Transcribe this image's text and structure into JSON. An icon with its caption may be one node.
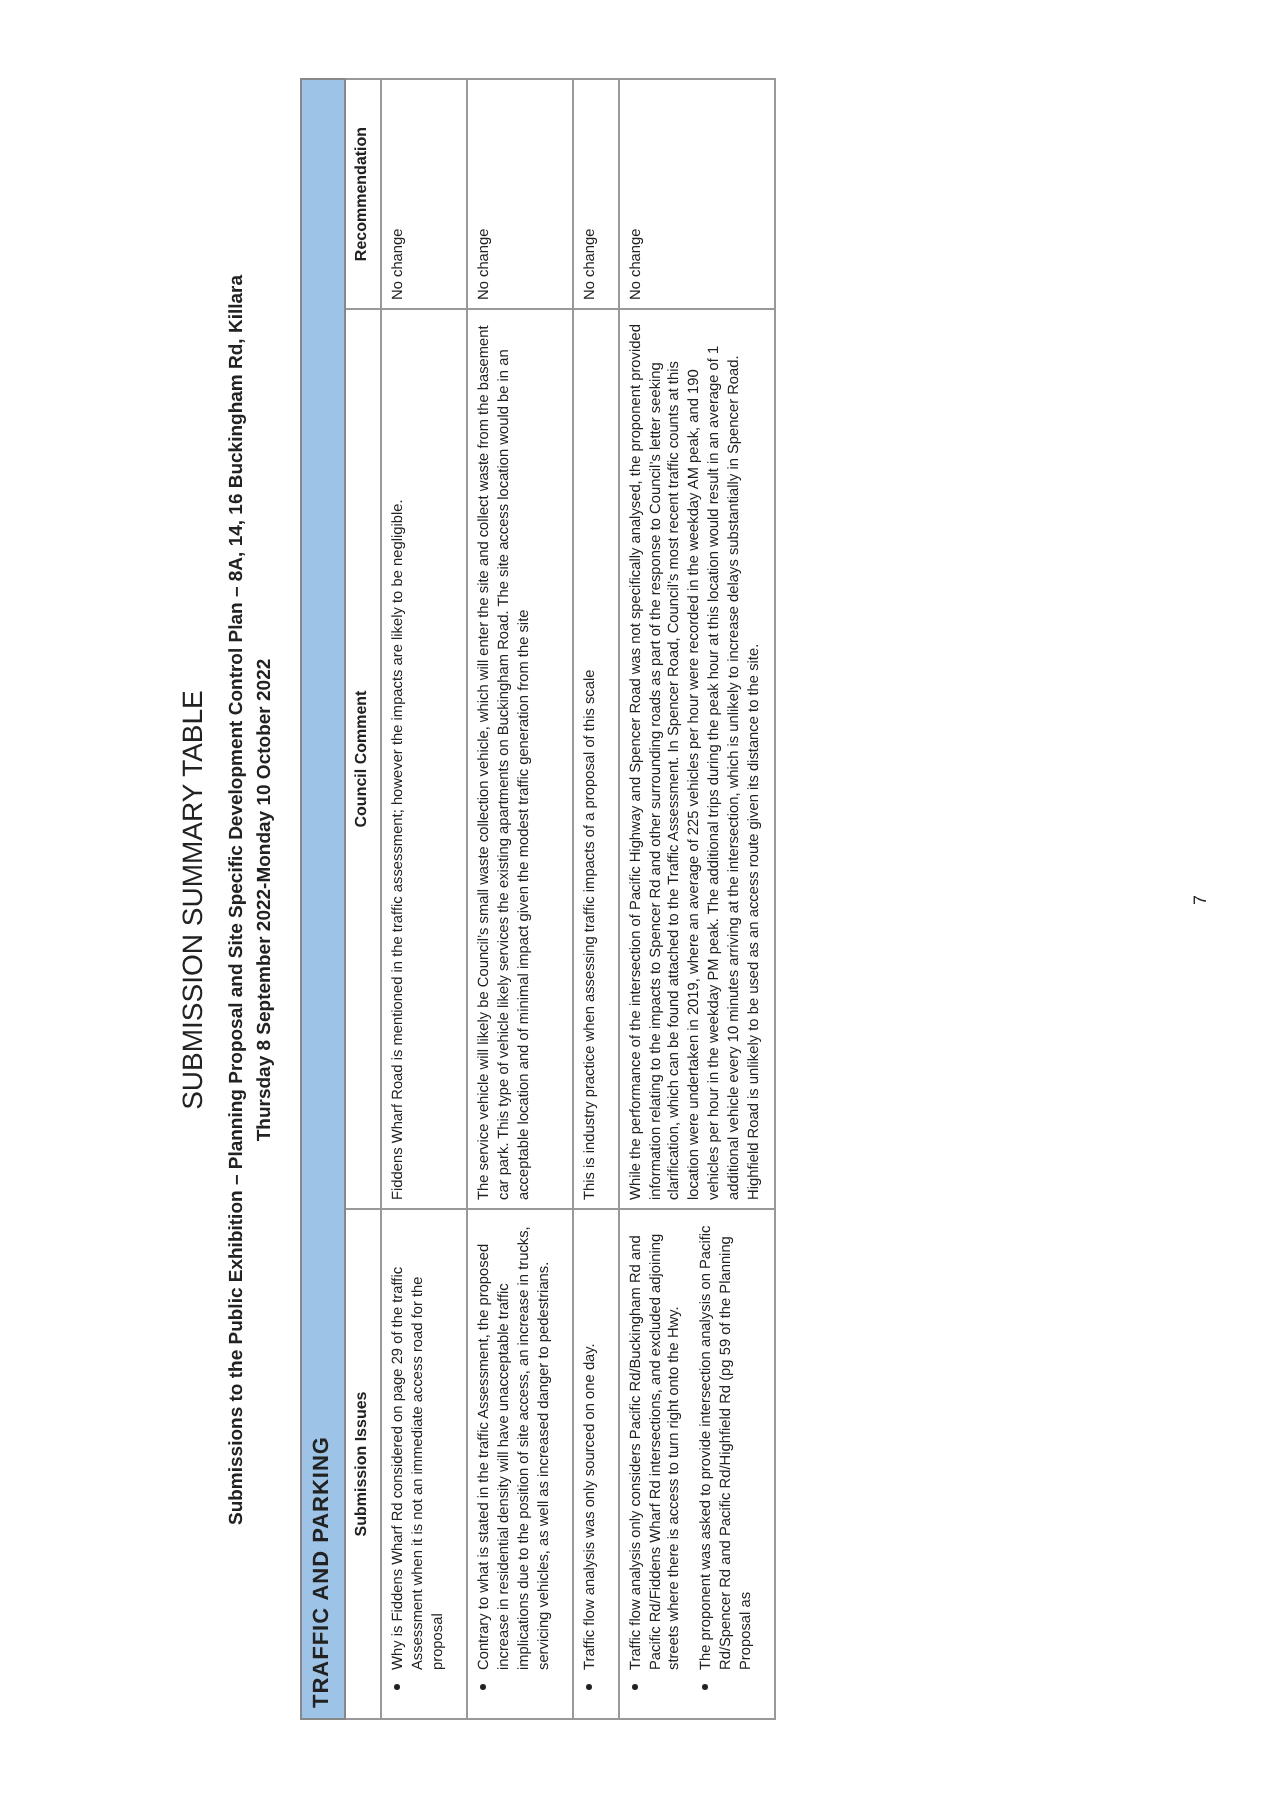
{
  "diagram": {
    "title": "SUBMISSION SUMMARY TABLE",
    "labels": [
      "Submissions to the Public Exhibition – Planning Proposal and Site Specific Development Control Plan – 8A, 14, 16 Buckingham Rd, Killara",
      "Thursday 8 September 2022-Monday 10 October 2022",
      "TRAFFIC AND PARKING",
      "Submission Issues",
      "Council Comment",
      "Recommendation",
      "Why is Fiddens Wharf Rd considered on page 29 of the traffic Assessment when it is not an immediate access road for the proposal",
      "Fiddens Wharf Road is mentioned in the traffic assessment; however the impacts are likely to be negligible.",
      "No change",
      "Contrary to what is stated in the traffic Assessment, the proposed increase in residential density will have unacceptable traffic implications due to the position of site access, an increase in trucks, servicing vehicles, as well as increased danger to pedestrians.",
      "The service vehicle will likely be Council’s small waste collection vehicle, which will enter the site and collect waste from the basement car park. This type of vehicle likely services the existing apartments on Buckingham Road. The site access location would be in an acceptable location and of minimal impact given the modest traffic generation from the site",
      "No change",
      "Traffic flow analysis was only sourced on one day.",
      "This is industry practice when assessing traffic impacts of a proposal of this scale",
      "No change",
      "Traffic flow analysis only considers Pacific Rd/Buckingham Rd and Pacific Rd/Fiddens Wharf Rd intersections, and excluded adjoining streets where there is access to turn right onto the Hwy.",
      "The proponent was asked to provide intersection analysis on Pacific Rd/Spencer Rd and Pacific Rd/Highfield Rd (pg 59 of the Planning Proposal as",
      "While the performance of the intersection of Pacific Highway and Spencer Road was not specifically analysed, the proponent provided information relating to the impacts to Spencer Rd and other surrounding roads as part of the response to Council’s letter seeking clarification, which can be found attached to the Traffic Assessment. In Spencer Road, Council’s most recent traffic counts at this location were undertaken in 2019, where an average of 225 vehicles per hour were recorded in the weekday AM peak, and 190 vehicles per hour in the weekday PM peak. The additional trips during the peak hour at this location would result in an average of 1 additional vehicle every 10 minutes arriving at the intersection, which is unlikely to increase delays substantially in Spencer Road. Highfield Road is unlikely to be used as an access route given its distance to the site.",
      "No change",
      "7"
    ]
  }
}
